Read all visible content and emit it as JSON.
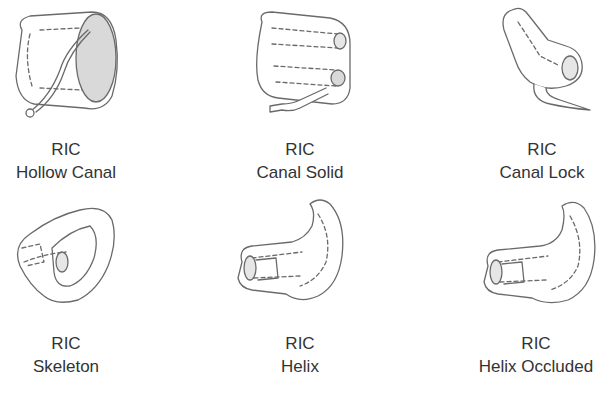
{
  "diagram": {
    "labels": [
      "RIC",
      "Hollow Canal",
      "RIC",
      "Canal Solid",
      "RIC",
      "Canal Lock",
      "RIC",
      "Skeleton",
      "RIC",
      "Helix",
      "RIC",
      "Helix Occluded"
    ]
  }
}
